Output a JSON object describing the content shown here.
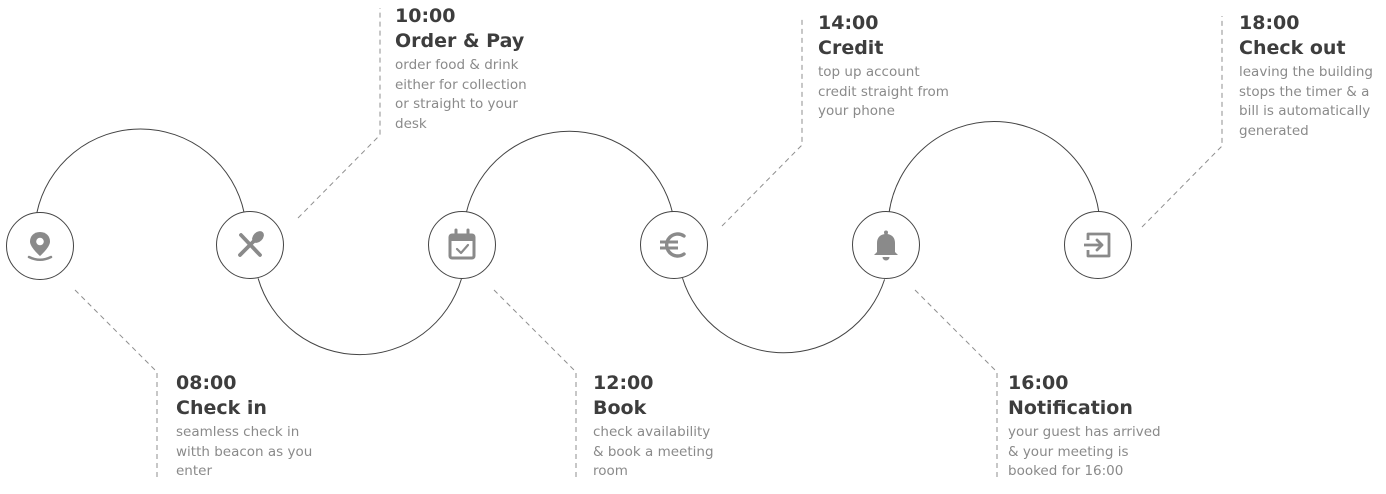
{
  "theme": {
    "line_color": "#444444",
    "dash_color": "#8f8f8f",
    "icon_color": "#8a8a8a",
    "title_color": "#3d3d3d",
    "text_color": "#8a8a8a"
  },
  "steps": [
    {
      "time": "08:00",
      "title": "Check in",
      "description": "seamless check in\nwitth beacon as you\nenter",
      "icon": "location-pin-icon"
    },
    {
      "time": "10:00",
      "title": "Order & Pay",
      "description": "order food & drink\neither for collection\nor straight to your\ndesk",
      "icon": "fork-spoon-icon"
    },
    {
      "time": "12:00",
      "title": "Book",
      "description": "check availability\n& book a meeting\nroom",
      "icon": "calendar-check-icon"
    },
    {
      "time": "14:00",
      "title": "Credit",
      "description": "top up account\ncredit straight from\nyour phone",
      "icon": "euro-icon"
    },
    {
      "time": "16:00",
      "title": "Notification",
      "description": "your guest has arrived\n& your meeting is\nbooked for 16:00",
      "icon": "bell-icon"
    },
    {
      "time": "18:00",
      "title": "Check out",
      "description": "leaving the building\nstops the timer & a\nbill is automatically\ngenerated",
      "icon": "exit-icon"
    }
  ]
}
